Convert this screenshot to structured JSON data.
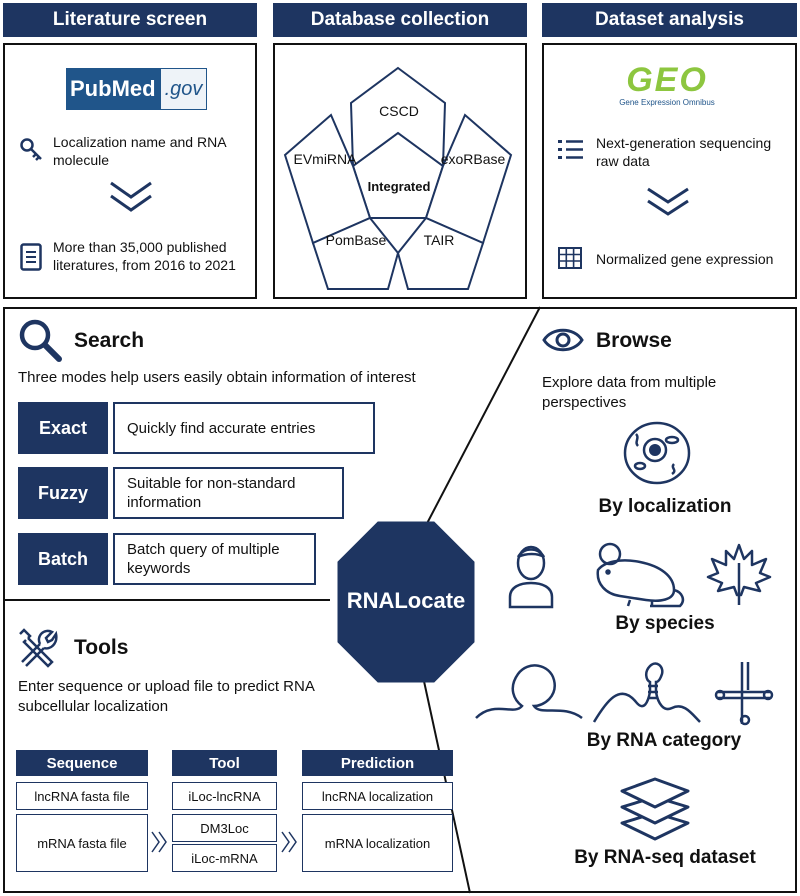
{
  "headers": {
    "literature": "Literature screen",
    "database": "Database collection",
    "dataset": "Dataset analysis"
  },
  "literature": {
    "logo_pub": "Pub",
    "logo_med": "Med",
    "logo_gov": ".gov",
    "item1": "Localization name and RNA molecule",
    "item2": "More than 35,000 published literatures, from 2016 to 2021"
  },
  "database": {
    "center": "Integrated",
    "sources": [
      "CSCD",
      "EVmiRNA",
      "exoRBase",
      "PomBase",
      "TAIR"
    ]
  },
  "dataset": {
    "logo_text": "GEO",
    "logo_sub": "Gene Expression Omnibus",
    "item1": "Next-generation sequencing raw data",
    "item2": "Normalized gene expression"
  },
  "search": {
    "title": "Search",
    "desc": "Three modes help users easily obtain information of interest",
    "modes": [
      {
        "label": "Exact",
        "desc": "Quickly find accurate entries"
      },
      {
        "label": "Fuzzy",
        "desc": "Suitable for non-standard information"
      },
      {
        "label": "Batch",
        "desc": "Batch query of multiple keywords"
      }
    ]
  },
  "center_label": "RNALocate",
  "tools": {
    "title": "Tools",
    "desc": "Enter sequence or upload file to predict RNA subcellular localization",
    "headers": [
      "Sequence",
      "Tool",
      "Prediction"
    ],
    "seq": [
      "lncRNA fasta file",
      "mRNA fasta file"
    ],
    "tool": [
      "iLoc-lncRNA",
      "DM3Loc",
      "iLoc-mRNA"
    ],
    "pred": [
      "lncRNA localization",
      "mRNA localization"
    ]
  },
  "browse": {
    "title": "Browse",
    "desc": "Explore data from multiple perspectives",
    "by_localization": "By localization",
    "by_species": "By species",
    "by_rna": "By RNA category",
    "by_dataset": "By RNA-seq dataset"
  },
  "colors": {
    "navy": "#1e3561",
    "geo_green": "#8dc63f",
    "pubmed_blue": "#20558a"
  }
}
